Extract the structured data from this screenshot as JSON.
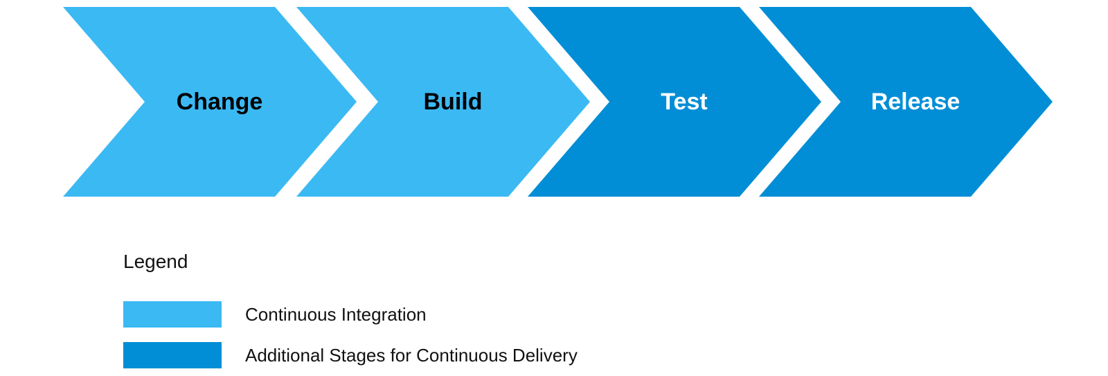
{
  "colors": {
    "ci": "#3BB9F3",
    "cd": "#028ED6",
    "label_dark": "#000000",
    "label_light": "#FFFFFF"
  },
  "stages": [
    {
      "label": "Change",
      "group": "ci"
    },
    {
      "label": "Build",
      "group": "ci"
    },
    {
      "label": "Test",
      "group": "cd"
    },
    {
      "label": "Release",
      "group": "cd"
    }
  ],
  "legend": {
    "title": "Legend",
    "items": [
      {
        "label": "Continuous Integration",
        "group": "ci"
      },
      {
        "label": "Additional Stages for Continuous Delivery",
        "group": "cd"
      }
    ]
  }
}
